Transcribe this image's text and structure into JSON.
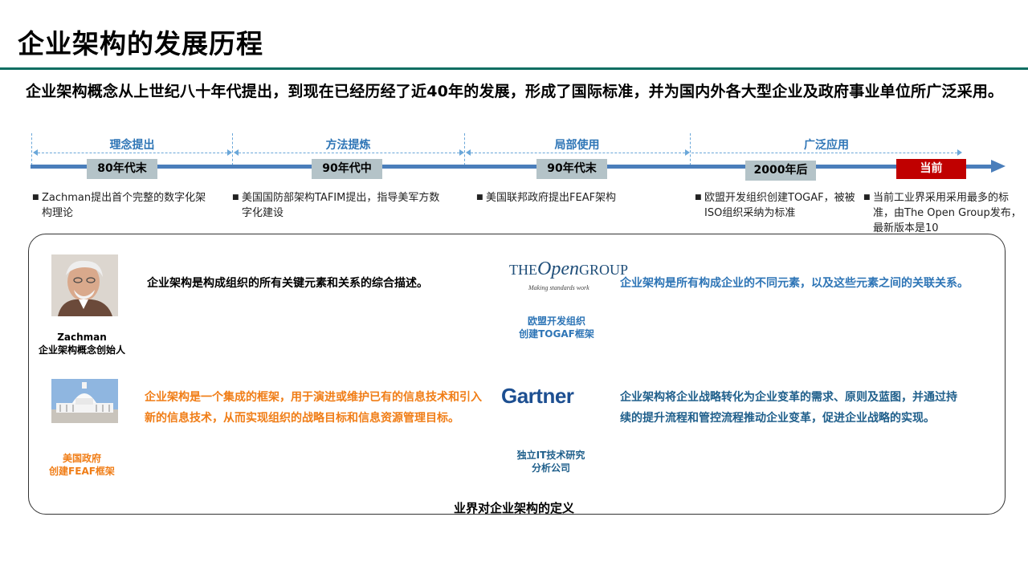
{
  "page": {
    "title": "企业架构的发展历程",
    "intro": "企业架构概念从上世纪八十年代提出，到现在已经历经了近40年的发展，形成了国际标准，并为国内外各大型企业及政府事业单位所广泛采用。"
  },
  "timeline": {
    "phases": [
      "理念提出",
      "方法提炼",
      "局部使用",
      "广泛应用"
    ],
    "eras": [
      "80年代末",
      "90年代中",
      "90年代末",
      "2000年后",
      "当前"
    ],
    "notes": [
      "Zachman提出首个完整的数字化架构理论",
      "美国国防部架构TAFIM提出，指导美军方数字化建设",
      "美国联邦政府提出FEAF架构",
      "欧盟开发组织创建TOGAF，被被ISO组织采纳为标准",
      "当前工业界采用采用最多的标准，由The Open Group发布，最新版本是10"
    ],
    "colors": {
      "phase": "#2e75b6",
      "axis": "#4a7ebb",
      "era": "#b4c3c8",
      "now": "#c00000"
    }
  },
  "definitions": {
    "panel_title": "业界对企业架构的定义",
    "zachman": {
      "caption_name": "Zachman",
      "caption_role": "企业架构概念创始人",
      "text": "企业架构是构成组织的所有关键元素和关系的综合描述。",
      "color": "#000000"
    },
    "opengroup": {
      "logo_the": "THE",
      "logo_open": "Open",
      "logo_group": "GROUP",
      "logo_tagline": "Making standards work",
      "caption": [
        "欧盟开发组织",
        "创建TOGAF框架"
      ],
      "text": "企业架构是所有构成企业的不同元素，以及这些元素之间的关联关系。",
      "color": "#2e75b6"
    },
    "usgov": {
      "caption": [
        "美国政府",
        "创建FEAF框架"
      ],
      "text": "企业架构是一个集成的框架，用于演进或维护已有的信息技术和引入新的信息技术，从而实现组织的战略目标和信息资源管理目标。",
      "color": "#f07d16"
    },
    "gartner": {
      "logo": "Gartner",
      "caption": [
        "独立IT技术研究",
        "分析公司"
      ],
      "text": "企业架构将企业战略转化为企业变革的需求、原则及蓝图，并通过持续的提升流程和管控流程推动企业变革，促进企业战略的实现。",
      "color": "#1f5f8b"
    }
  }
}
